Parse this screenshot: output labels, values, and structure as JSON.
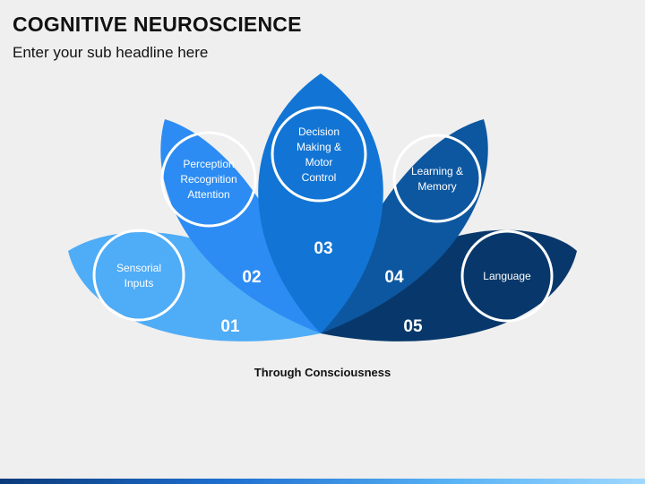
{
  "header": {
    "title": "COGNITIVE NEUROSCIENCE",
    "subtitle": "Enter your sub headline here"
  },
  "colors": {
    "petal_01": "#4facf7",
    "petal_02": "#2c8cf3",
    "petal_03": "#1275d5",
    "petal_04": "#0d57a0",
    "petal_05": "#08386b",
    "background": "#efefef"
  },
  "petals": [
    {
      "number": "01",
      "lines": [
        "Sensorial",
        "Inputs"
      ]
    },
    {
      "number": "02",
      "lines": [
        "Perception",
        "Recognition",
        "Attention"
      ]
    },
    {
      "number": "03",
      "lines": [
        "Decision",
        "Making &",
        "Motor",
        "Control"
      ]
    },
    {
      "number": "04",
      "lines": [
        "Learning &",
        "Memory"
      ]
    },
    {
      "number": "05",
      "lines": [
        "Language"
      ]
    }
  ],
  "caption": "Through Consciousness"
}
